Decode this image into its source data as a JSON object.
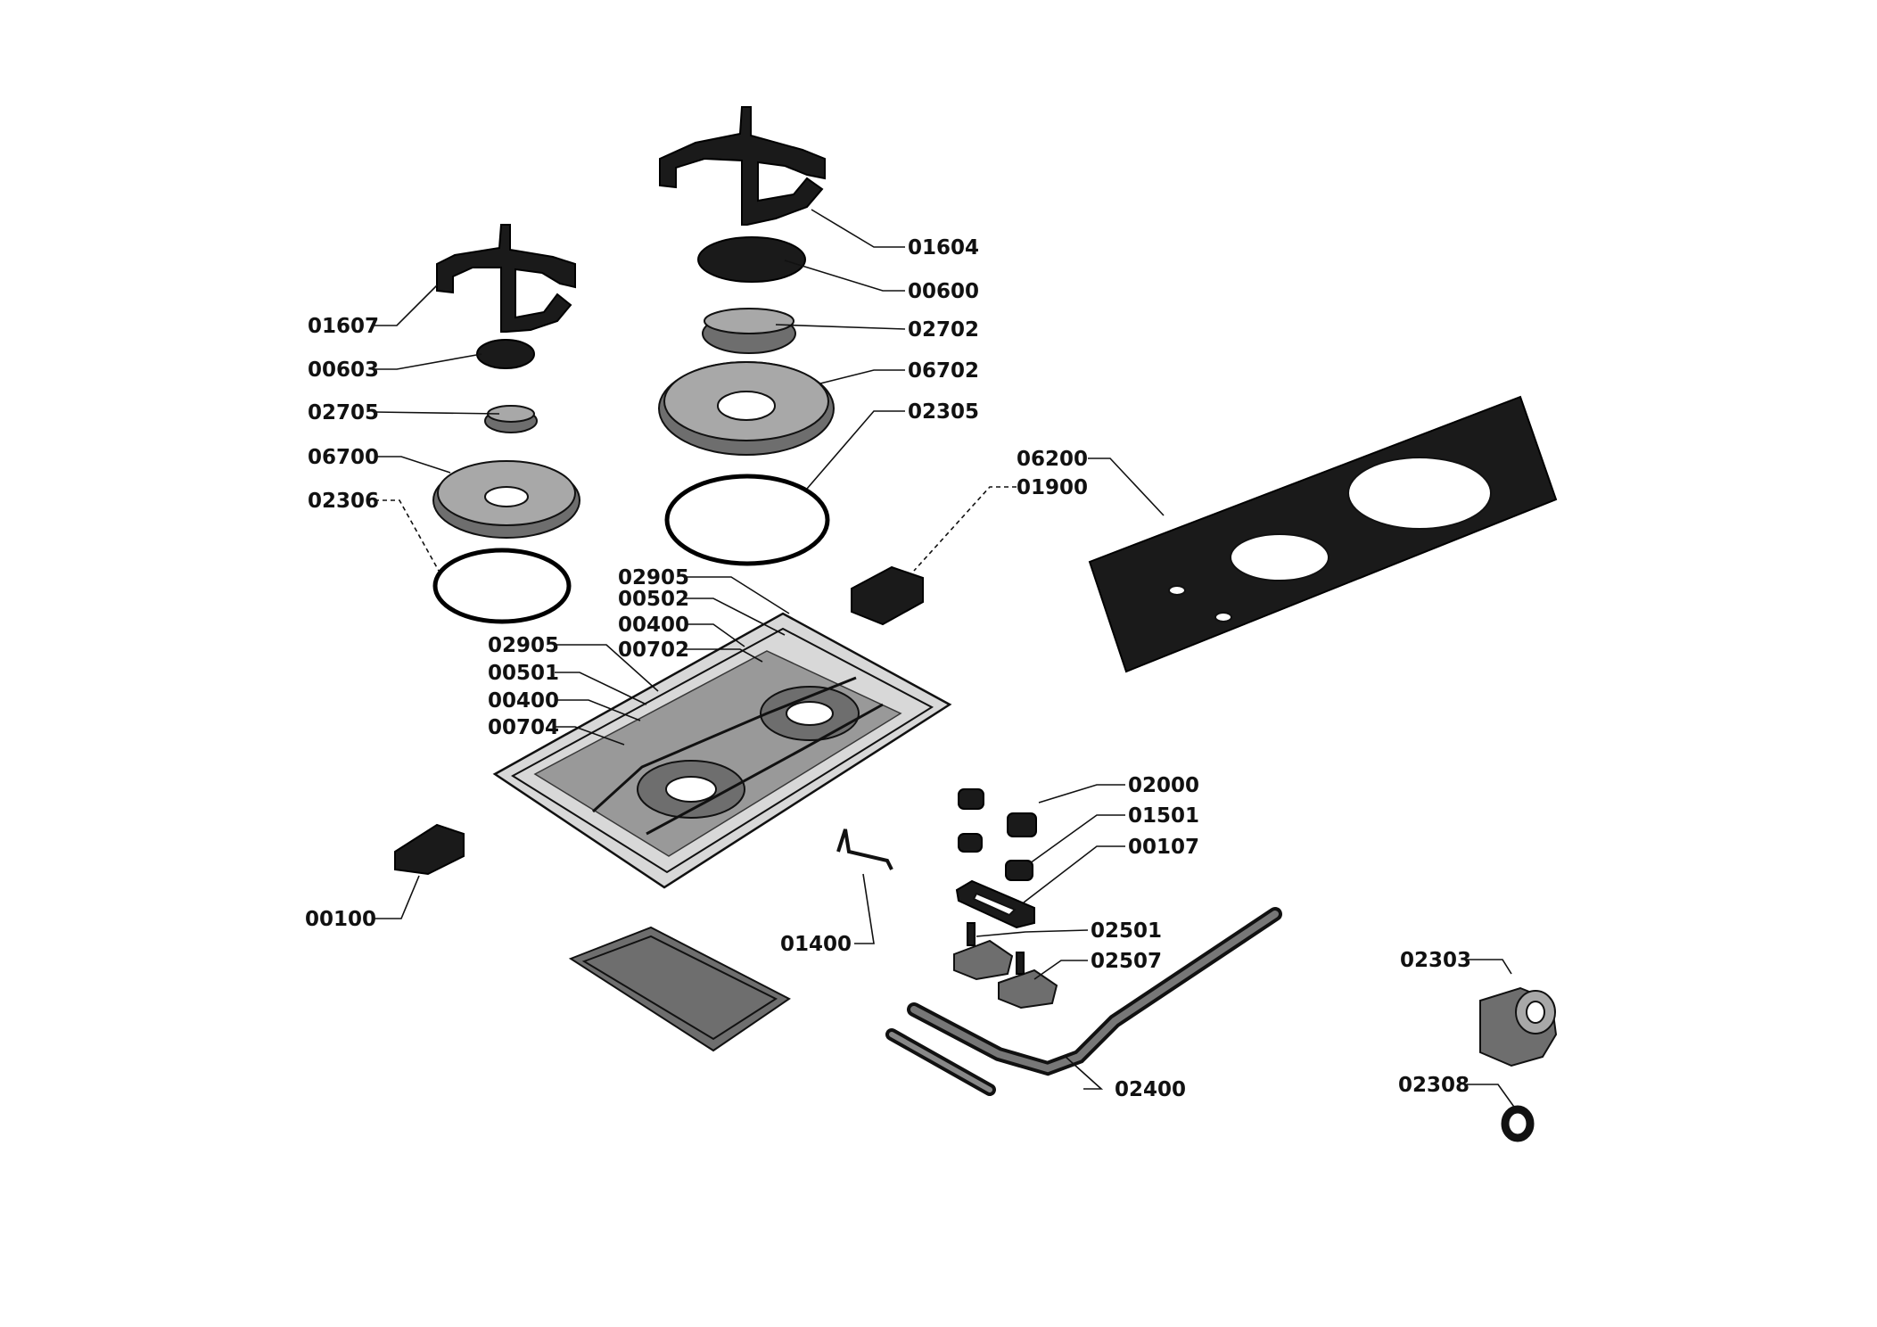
{
  "labels": {
    "p01604": "01604",
    "p00600": "00600",
    "p02702": "02702",
    "p06702": "06702",
    "p02305": "02305",
    "p01607": "01607",
    "p00603": "00603",
    "p02705": "02705",
    "p06700": "06700",
    "p02306": "02306",
    "p06200": "06200",
    "p01900": "01900",
    "p02905a": "02905",
    "p00502": "00502",
    "p00400a": "00400",
    "p00702": "00702",
    "p02905b": "02905",
    "p00501": "00501",
    "p00400b": "00400",
    "p00704": "00704",
    "p02000": "02000",
    "p01501": "01501",
    "p00107": "00107",
    "p00100": "00100",
    "p01400": "01400",
    "p02501": "02501",
    "p02507": "02507",
    "p02303": "02303",
    "p02308": "02308",
    "p02400": "02400"
  }
}
